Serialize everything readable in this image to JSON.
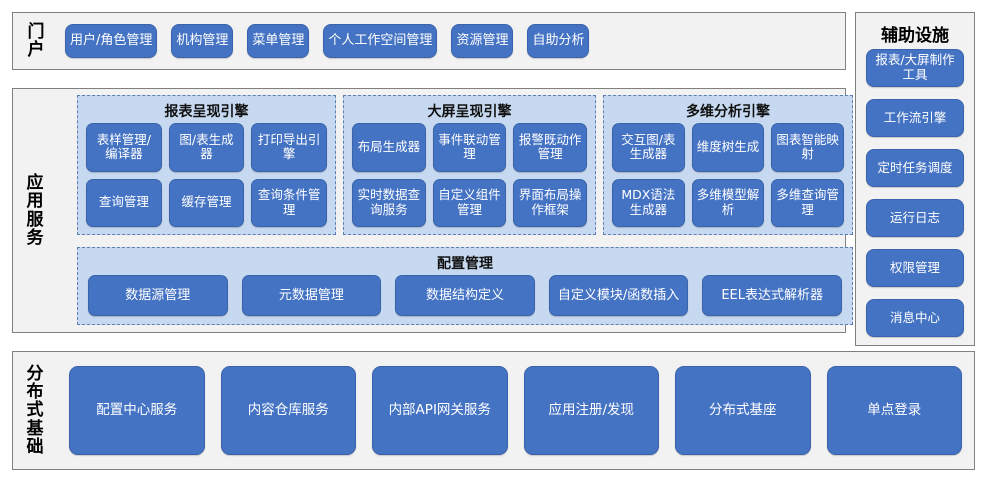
{
  "colors": {
    "button_blue": "#4573c4",
    "panel_fill": "#c6d9f0",
    "panel_border": "#5b7fb5",
    "section_fill": "#f2f2f2",
    "section_border": "#808080",
    "text_on_button": "#ffffff"
  },
  "portal": {
    "label": "门户",
    "items": [
      {
        "label": "用户/角色管理"
      },
      {
        "label": "机构管理"
      },
      {
        "label": "菜单管理"
      },
      {
        "label": "个人工作空间管理"
      },
      {
        "label": "资源管理"
      },
      {
        "label": "自助分析"
      }
    ]
  },
  "aux": {
    "title": "辅助设施",
    "items": [
      {
        "label": "报表/大屏制作工具"
      },
      {
        "label": "工作流引擎"
      },
      {
        "label": "定时任务调度"
      },
      {
        "label": "运行日志"
      },
      {
        "label": "权限管理"
      },
      {
        "label": "消息中心"
      }
    ]
  },
  "app_services": {
    "label": "应用服务",
    "panels": [
      {
        "title": "报表呈现引擎",
        "items": [
          {
            "label": "表样管理/编译器"
          },
          {
            "label": "图/表生成器"
          },
          {
            "label": "打印导出引擎"
          },
          {
            "label": "查询管理"
          },
          {
            "label": "缓存管理"
          },
          {
            "label": "查询条件管理"
          }
        ]
      },
      {
        "title": "大屏呈现引擎",
        "items": [
          {
            "label": "布局生成器"
          },
          {
            "label": "事件联动管理"
          },
          {
            "label": "报警既动作管理"
          },
          {
            "label": "实时数据查询服务"
          },
          {
            "label": "自定义组件管理"
          },
          {
            "label": "界面布局操作框架"
          }
        ]
      },
      {
        "title": "多维分析引擎",
        "items": [
          {
            "label": "交互图/表生成器"
          },
          {
            "label": "维度树生成"
          },
          {
            "label": "图表智能映射"
          },
          {
            "label": "MDX语法生成器"
          },
          {
            "label": "多维模型解析"
          },
          {
            "label": "多维查询管理"
          }
        ]
      }
    ],
    "config_panel": {
      "title": "配置管理",
      "items": [
        {
          "label": "数据源管理"
        },
        {
          "label": "元数据管理"
        },
        {
          "label": "数据结构定义"
        },
        {
          "label": "自定义模块/函数插入"
        },
        {
          "label": "EEL表达式解析器"
        }
      ]
    }
  },
  "base": {
    "label": "分布式基础",
    "items": [
      {
        "label": "配置中心服务"
      },
      {
        "label": "内容仓库服务"
      },
      {
        "label": "内部API网关服务"
      },
      {
        "label": "应用注册/发现"
      },
      {
        "label": "分布式基座"
      },
      {
        "label": "单点登录"
      }
    ]
  }
}
